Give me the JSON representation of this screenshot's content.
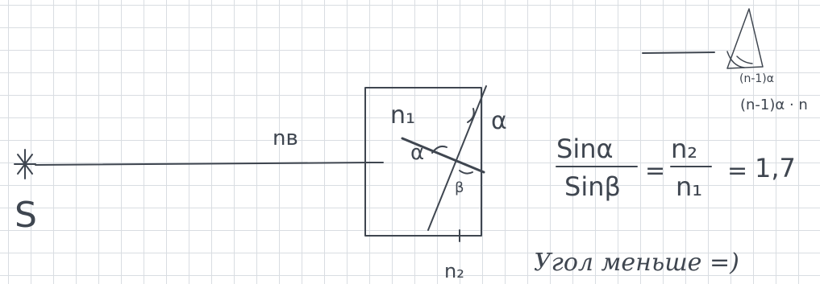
{
  "sketch": {
    "source_label": "S",
    "source_mark": "*",
    "medium_label": "nв",
    "block_label_top": "n₁",
    "block_label_bottom": "n₂",
    "angle_alpha_outer": "α",
    "angle_alpha_inner": "α",
    "angle_beta": "β",
    "ratio_numerator": "Sinα",
    "ratio_denominator": "Sinβ",
    "index_numerator": "n₂",
    "index_denominator": "n₁",
    "equals_1": "=",
    "equals_2": "=",
    "ratio_value": "1,7",
    "conclusion_text": "Угол меньше =)",
    "inset_label_1": "(n-1)α",
    "inset_label_2": "(n-1)α · n"
  }
}
